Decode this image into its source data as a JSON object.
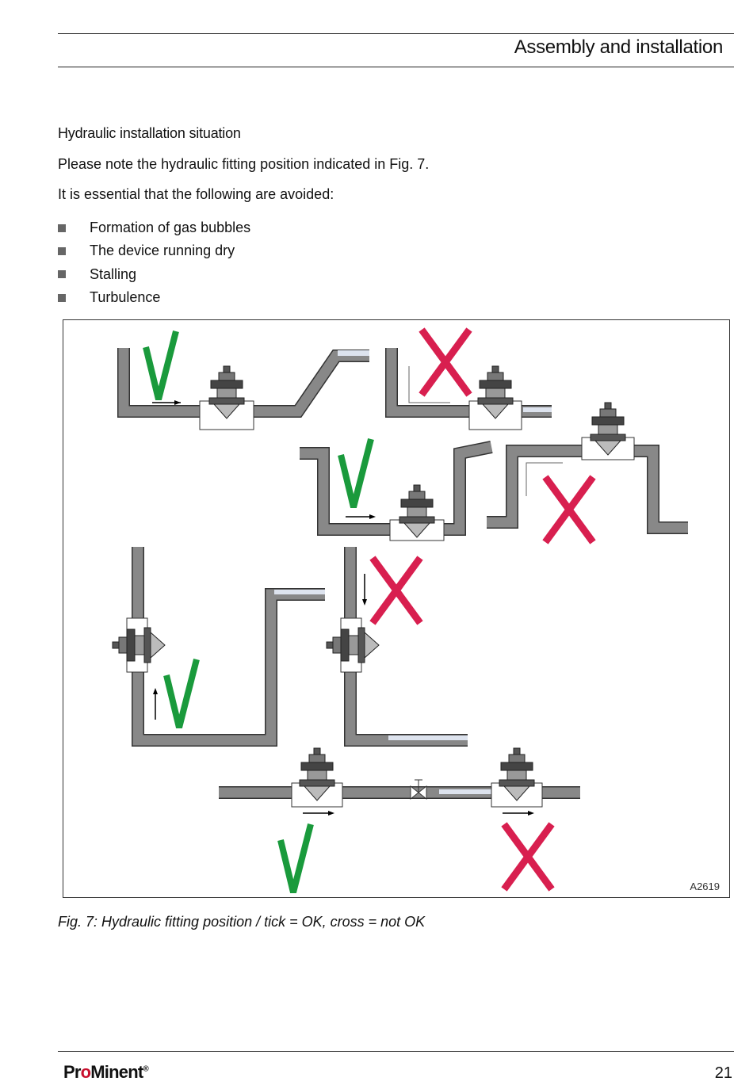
{
  "header": {
    "title": "Assembly and installation"
  },
  "section": {
    "heading": "Hydraulic installation situation",
    "para1": "Please note the hydraulic fitting position indicated in Fig. 7.",
    "para2": "It is essential that the following are avoided:",
    "bullets": [
      "Formation of gas bubbles",
      "The device running dry",
      "Stalling",
      "Turbulence"
    ]
  },
  "figure": {
    "id": "A2619",
    "caption": "Fig. 7: Hydraulic fitting position / tick = OK, cross = not OK",
    "colors": {
      "ok": "#1a9a3c",
      "not_ok": "#d81f4f",
      "pipe": "#8a8a8a"
    }
  },
  "footer": {
    "brand_pro": "Pr",
    "brand_o": "o",
    "brand_rest": "Minent",
    "brand_reg": "®",
    "page": "21"
  }
}
